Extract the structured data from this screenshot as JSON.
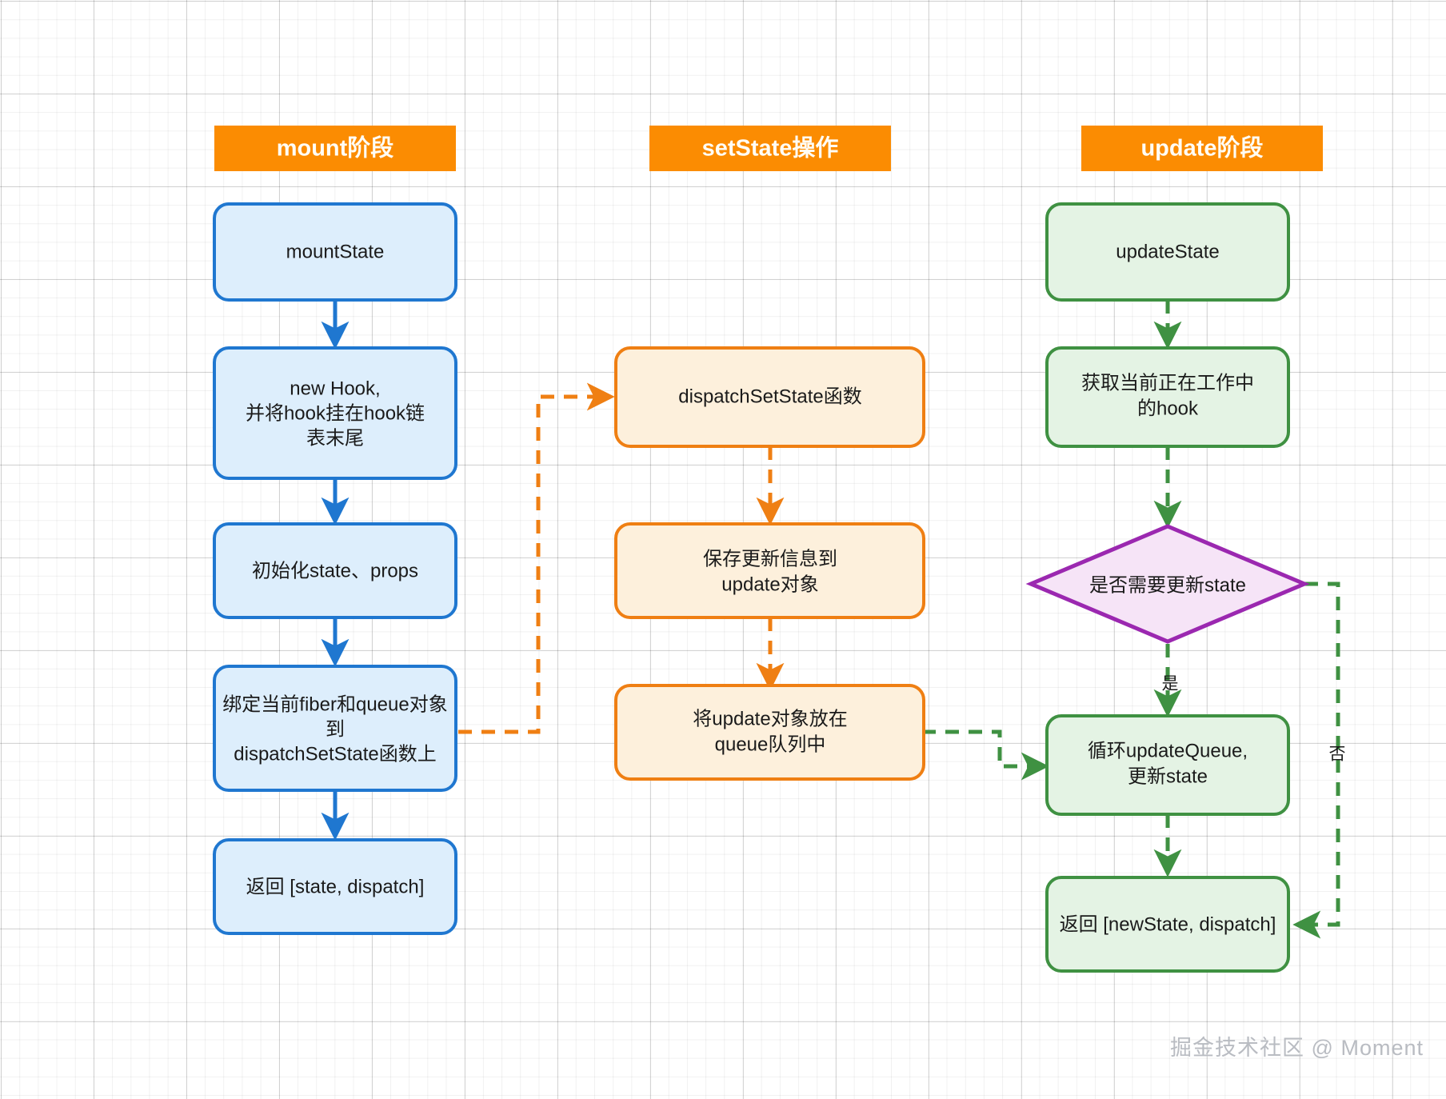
{
  "diagram": {
    "type": "flowchart",
    "title_visible": false,
    "watermark": "掘金技术社区 @ Moment",
    "colors": {
      "banner": "#fb8c02",
      "banner_text": "#fffdf5",
      "blue_border": "#1f77d0",
      "blue_fill": "#ddeefc",
      "orange_border": "#f08013",
      "orange_fill": "#fdf0dc",
      "green_border": "#3f9142",
      "green_fill": "#e4f3e4",
      "purple_border": "#9b28b0",
      "purple_fill": "#f6e4f7",
      "grid_minor": "#eeeeee",
      "grid_major": "#dadada",
      "text": "#1a1a1a",
      "watermark": "#b9bcc2"
    },
    "columns": [
      {
        "id": "mount",
        "banner": "mount阶段"
      },
      {
        "id": "setstate",
        "banner": "setState操作"
      },
      {
        "id": "update",
        "banner": "update阶段"
      }
    ],
    "nodes": {
      "mount": [
        {
          "id": "m1",
          "label": "mountState",
          "shape": "rounded-rect",
          "style": "blue"
        },
        {
          "id": "m2",
          "label": "new Hook,\n并将hook挂在hook链\n表末尾",
          "shape": "rounded-rect",
          "style": "blue"
        },
        {
          "id": "m3",
          "label": "初始化state、props",
          "shape": "rounded-rect",
          "style": "blue"
        },
        {
          "id": "m4",
          "label": "绑定当前fiber和queue对象\n到\ndispatchSetState函数上",
          "shape": "rounded-rect",
          "style": "blue"
        },
        {
          "id": "m5",
          "label": "返回 [state, dispatch]",
          "shape": "rounded-rect",
          "style": "blue"
        }
      ],
      "setstate": [
        {
          "id": "s1",
          "label": "dispatchSetState函数",
          "shape": "rounded-rect",
          "style": "orange"
        },
        {
          "id": "s2",
          "label": "保存更新信息到\nupdate对象",
          "shape": "rounded-rect",
          "style": "orange"
        },
        {
          "id": "s3",
          "label": "将update对象放在\nqueue队列中",
          "shape": "rounded-rect",
          "style": "orange"
        }
      ],
      "update": [
        {
          "id": "u1",
          "label": "updateState",
          "shape": "rounded-rect",
          "style": "green"
        },
        {
          "id": "u2",
          "label": "获取当前正在工作中\n的hook",
          "shape": "rounded-rect",
          "style": "green"
        },
        {
          "id": "u3",
          "label": "是否需要更新state",
          "shape": "diamond",
          "style": "purple"
        },
        {
          "id": "u4",
          "label": "循环updateQueue,\n更新state",
          "shape": "rounded-rect",
          "style": "green"
        },
        {
          "id": "u5",
          "label": "返回 [newState, dispatch]",
          "shape": "rounded-rect",
          "style": "green"
        }
      ]
    },
    "edges": [
      {
        "from": "m1",
        "to": "m2",
        "style": "solid",
        "color": "blue",
        "label": ""
      },
      {
        "from": "m2",
        "to": "m3",
        "style": "solid",
        "color": "blue",
        "label": ""
      },
      {
        "from": "m3",
        "to": "m4",
        "style": "solid",
        "color": "blue",
        "label": ""
      },
      {
        "from": "m4",
        "to": "m5",
        "style": "solid",
        "color": "blue",
        "label": ""
      },
      {
        "from": "m4",
        "to": "s1",
        "style": "dashed",
        "color": "orange",
        "label": ""
      },
      {
        "from": "s1",
        "to": "s2",
        "style": "dashed",
        "color": "orange",
        "label": ""
      },
      {
        "from": "s2",
        "to": "s3",
        "style": "dashed",
        "color": "orange",
        "label": ""
      },
      {
        "from": "s3",
        "to": "u4",
        "style": "dashed",
        "color": "green",
        "label": ""
      },
      {
        "from": "u1",
        "to": "u2",
        "style": "dashed",
        "color": "green",
        "label": ""
      },
      {
        "from": "u2",
        "to": "u3",
        "style": "dashed",
        "color": "green",
        "label": ""
      },
      {
        "from": "u3",
        "to": "u4",
        "style": "dashed",
        "color": "green",
        "label": "是"
      },
      {
        "from": "u3",
        "to": "u5",
        "style": "dashed",
        "color": "green",
        "label": "否"
      },
      {
        "from": "u4",
        "to": "u5",
        "style": "dashed",
        "color": "green",
        "label": ""
      }
    ],
    "edge_labels": {
      "yes": "是",
      "no": "否"
    }
  }
}
